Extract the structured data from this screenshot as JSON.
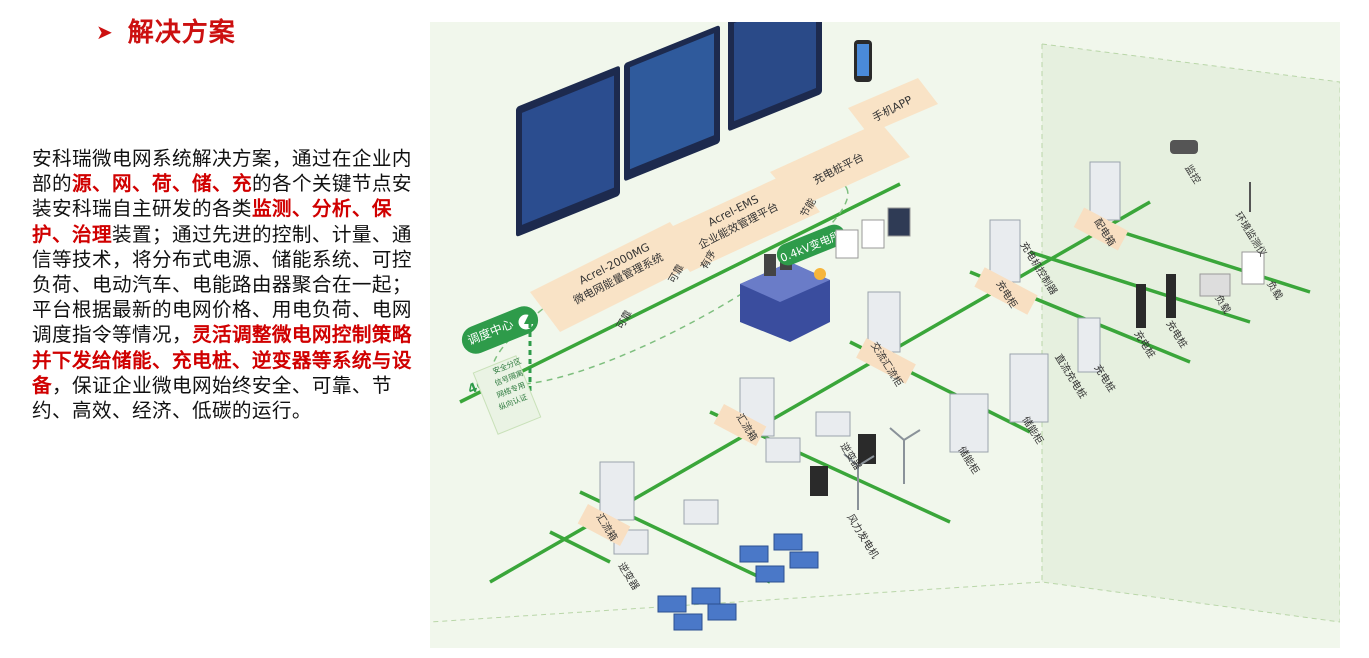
{
  "title": "解决方案",
  "paragraph": [
    {
      "text": "安科瑞微电网系统解决方案，通过在企业内部的",
      "hl": false
    },
    {
      "text": "源、网、荷、储、充",
      "hl": true
    },
    {
      "text": "的各个关键节点安装安科瑞自主研发的各类",
      "hl": false
    },
    {
      "text": "监测、分析、保护、治理",
      "hl": true
    },
    {
      "text": "装置；通过先进的控制、计量、通信等技术，将分布式电源、储能系统、可控负荷、电动汽车、电能路由器聚合在一起；平台根据最新的电网价格、用电负荷、电网调度指令等情况，",
      "hl": false
    },
    {
      "text": "灵活调整微电网控制策略并下发给储能、充电桩、逆变器等系统与设备",
      "hl": true
    },
    {
      "text": "，保证企业微电网始终安全、可靠、节约、高效、经济、低碳的运行。",
      "hl": false
    }
  ],
  "diagram": {
    "platform_labels": [
      "Acrel-2000MG",
      "微电网能量管理系统",
      "Acrel-EMS",
      "企业能效管理平台",
      "充电桩平台",
      "手机APP"
    ],
    "dispatch": {
      "title": "调度中心",
      "network": "4G",
      "notes": [
        "安全分区",
        "信号隔离",
        "网络专用",
        "纵向认证"
      ],
      "link_labels": [
        "可靠",
        "可靠",
        "有序",
        "节能"
      ]
    },
    "transformer_label": "0.4kV变电所",
    "node_labels": [
      "汇流箱",
      "汇流箱",
      "逆变器",
      "逆变器",
      "交流汇流柜",
      "储能柜",
      "储能柜",
      "充电柜",
      "充电桩",
      "充电桩",
      "充电桩",
      "直流充电桩",
      "充电机控制器",
      "配电箱",
      "风力发电机",
      "监控",
      "环境监测仪",
      "负载",
      "负载"
    ],
    "colors": {
      "accent_red": "#cc1010",
      "line_green": "#3aa63a",
      "node_label_bg": "#f8dfc2",
      "platform_bg": "#f9e3c6",
      "background": "#f1f7ec"
    }
  }
}
